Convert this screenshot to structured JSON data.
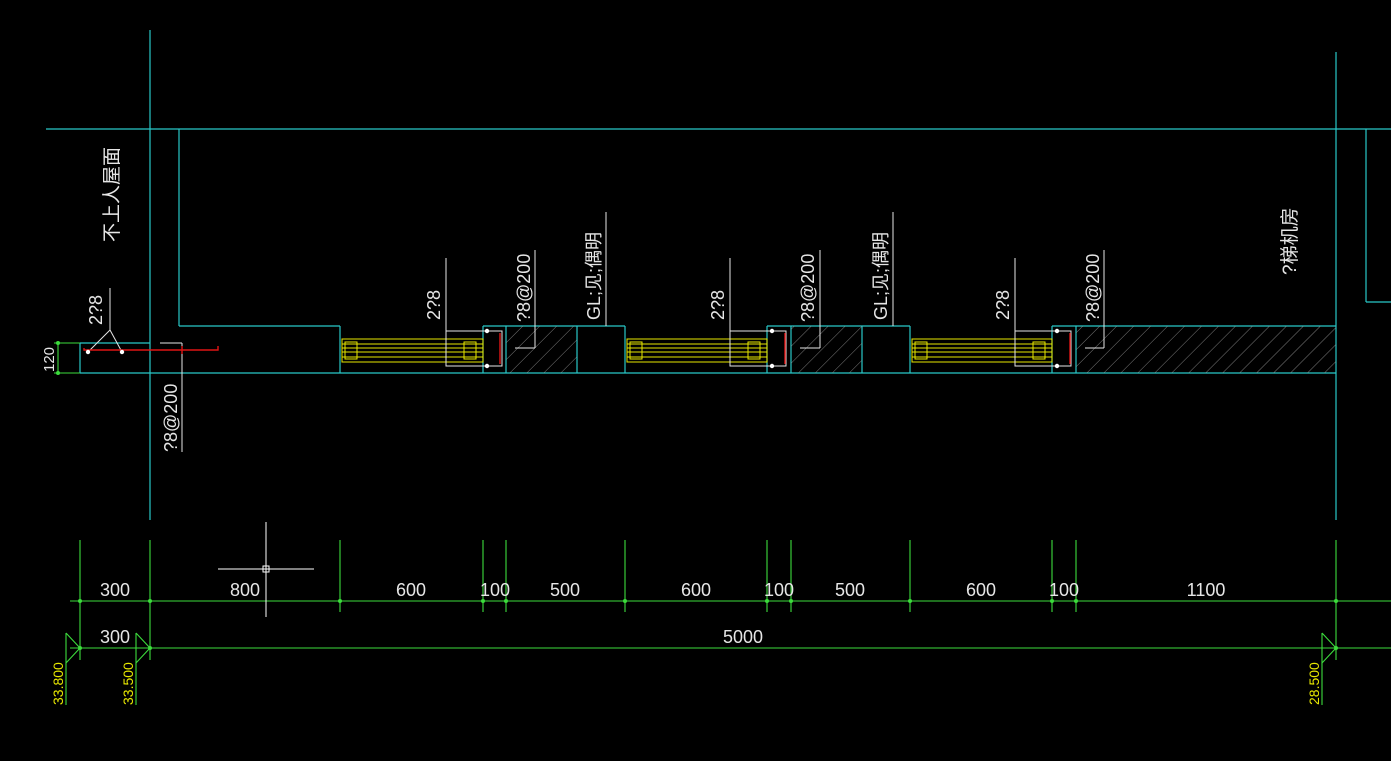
{
  "labels": {
    "roof_note": "不上人屋面",
    "room_note": "?梯机房",
    "bar_left": "2?8",
    "stirrup_left": "?8@200",
    "height_left": "120",
    "lintel_1": "GL;见;偶明",
    "lintel_2": "GL;见;偶明",
    "bar_1": "2?8",
    "bar_2": "2?8",
    "bar_3": "2?8",
    "stirrup_1": "?8@200",
    "stirrup_2": "?8@200",
    "stirrup_3": "?8@200"
  },
  "dimensions": {
    "row1": [
      "300",
      "800",
      "600",
      "100",
      "500",
      "600",
      "100",
      "500",
      "600",
      "100",
      "1100"
    ],
    "row2": [
      "300",
      "5000"
    ]
  },
  "elevations": [
    "33.800",
    "33.500",
    "28.500"
  ],
  "colors": {
    "background": "#000000",
    "wall_line": "#28c8c8",
    "dimension": "#3cdc3c",
    "text": "#e6e6e6",
    "window": "#e8e800",
    "rebar": "#e01414"
  }
}
